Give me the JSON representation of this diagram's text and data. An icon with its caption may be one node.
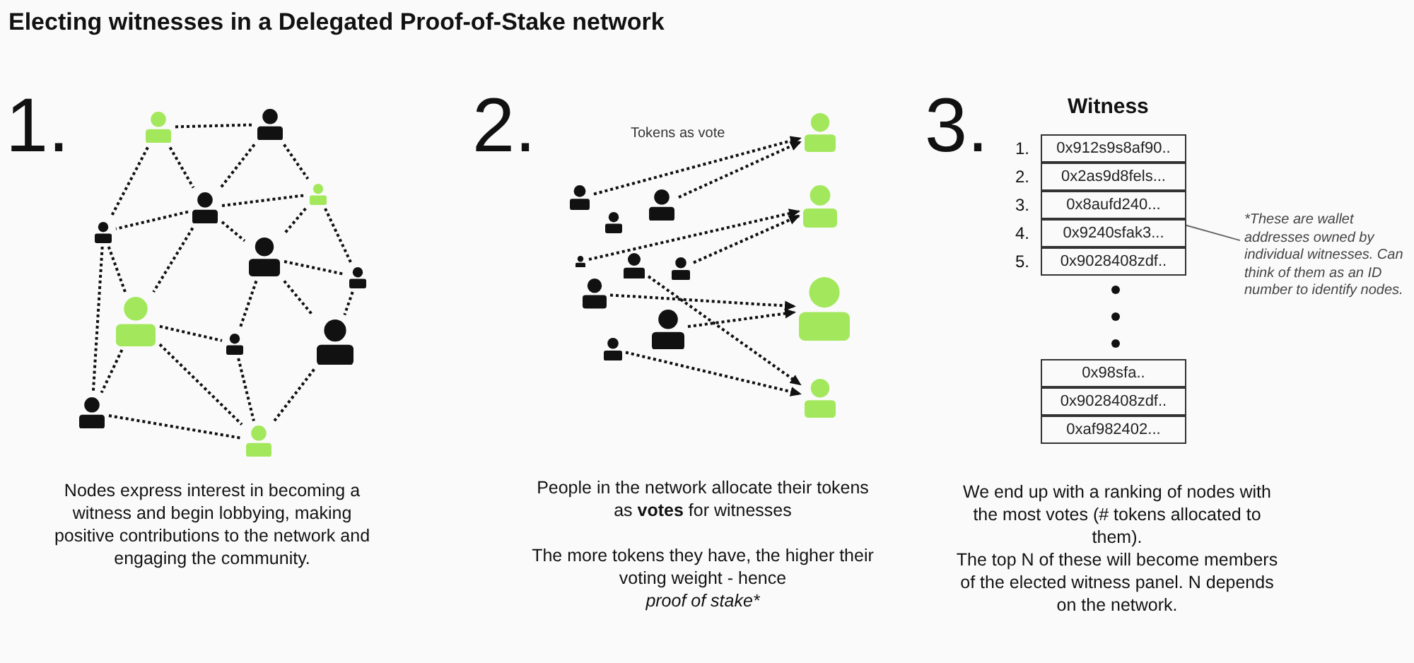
{
  "diagram": {
    "title": "Electing witnesses in a Delegated Proof-of-Stake network",
    "nodes": [
      {
        "text": [],
        "shape": "person"
      },
      {
        "text": [],
        "shape": "person"
      },
      {
        "text": [],
        "shape": "person"
      },
      {
        "text": [],
        "shape": "person"
      },
      {
        "text": [],
        "shape": "person"
      },
      {
        "text": [],
        "shape": "person"
      },
      {
        "text": [],
        "shape": "person"
      },
      {
        "text": [],
        "shape": "person"
      },
      {
        "text": [],
        "shape": "person"
      },
      {
        "text": [],
        "shape": "person"
      },
      {
        "text": [],
        "shape": "person"
      },
      {
        "text": [],
        "shape": "person"
      },
      {
        "text": [],
        "shape": "person"
      },
      {
        "text": [],
        "shape": "person"
      },
      {
        "text": [],
        "shape": "person"
      },
      {
        "text": [],
        "shape": "person"
      },
      {
        "text": [],
        "shape": "person"
      },
      {
        "text": [],
        "shape": "person"
      },
      {
        "text": [],
        "shape": "person"
      },
      {
        "text": [],
        "shape": "person"
      },
      {
        "text": [],
        "shape": "person"
      },
      {
        "text": [],
        "shape": "person"
      },
      {
        "text": [],
        "shape": "person"
      },
      {
        "text": [],
        "shape": "person"
      },
      {
        "text": [],
        "shape": "person"
      },
      {
        "text": [
          "0x912s9s8af90.."
        ],
        "beside": [
          "1."
        ]
      },
      {
        "text": [
          "0x2as9d8fels..."
        ],
        "beside": [
          "2."
        ]
      },
      {
        "text": [
          "0x8aufd240..."
        ],
        "beside": [
          "3."
        ]
      },
      {
        "text": [
          "0x9240sfak3..."
        ],
        "beside": [
          "4."
        ]
      },
      {
        "text": [
          "0x9028408zdf.."
        ],
        "beside": [
          "5."
        ]
      },
      {
        "text": [
          "0x98sfa.."
        ]
      },
      {
        "text": [
          "0x9028408zdf.."
        ]
      },
      {
        "text": [
          "0xaf982402..."
        ]
      },
      {
        "text": [
          "*These are wallet addresses owned by individual witnesses. Can think of them as an ID number to identify nodes."
        ]
      }
    ],
    "edges": [
      {
        "from": 0,
        "to": 1,
        "arrow": "none",
        "style": "dashed"
      },
      {
        "from": 0,
        "to": 2,
        "arrow": "none",
        "style": "dashed"
      },
      {
        "from": 0,
        "to": 4,
        "arrow": "none",
        "style": "dashed"
      },
      {
        "from": 1,
        "to": 2,
        "arrow": "none",
        "style": "dashed"
      },
      {
        "from": 1,
        "to": 3,
        "arrow": "none",
        "style": "dashed"
      },
      {
        "from": 2,
        "to": 4,
        "arrow": "none",
        "style": "dashed"
      },
      {
        "from": 2,
        "to": 3,
        "arrow": "none",
        "style": "dashed"
      },
      {
        "from": 2,
        "to": 5,
        "arrow": "none",
        "style": "dashed"
      },
      {
        "from": 2,
        "to": 7,
        "arrow": "none",
        "style": "dashed"
      },
      {
        "from": 3,
        "to": 5,
        "arrow": "none",
        "style": "dashed"
      },
      {
        "from": 3,
        "to": 6,
        "arrow": "none",
        "style": "dashed"
      },
      {
        "from": 4,
        "to": 7,
        "arrow": "none",
        "style": "dashed"
      },
      {
        "from": 4,
        "to": 10,
        "arrow": "none",
        "style": "dashed"
      },
      {
        "from": 5,
        "to": 6,
        "arrow": "none",
        "style": "dashed"
      },
      {
        "from": 5,
        "to": 8,
        "arrow": "none",
        "style": "dashed"
      },
      {
        "from": 5,
        "to": 9,
        "arrow": "none",
        "style": "dashed"
      },
      {
        "from": 6,
        "to": 9,
        "arrow": "none",
        "style": "dashed"
      },
      {
        "from": 7,
        "to": 8,
        "arrow": "none",
        "style": "dashed"
      },
      {
        "from": 7,
        "to": 10,
        "arrow": "none",
        "style": "dashed"
      },
      {
        "from": 7,
        "to": 11,
        "arrow": "none",
        "style": "dashed"
      },
      {
        "from": 8,
        "to": 11,
        "arrow": "none",
        "style": "dashed"
      },
      {
        "from": 9,
        "to": 11,
        "arrow": "none",
        "style": "dashed"
      },
      {
        "from": 10,
        "to": 11,
        "arrow": "none",
        "style": "dashed"
      },
      {
        "from": 12,
        "to": 21,
        "arrow": "to",
        "style": "dashed"
      },
      {
        "from": 14,
        "to": 21,
        "arrow": "to",
        "style": "dashed"
      },
      {
        "from": 15,
        "to": 22,
        "arrow": "to",
        "style": "dashed"
      },
      {
        "from": 17,
        "to": 22,
        "arrow": "to",
        "style": "dashed"
      },
      {
        "from": 18,
        "to": 23,
        "arrow": "to",
        "style": "dashed"
      },
      {
        "from": 19,
        "to": 23,
        "arrow": "to",
        "style": "dashed"
      },
      {
        "from": 16,
        "to": 24,
        "arrow": "to",
        "style": "dashed"
      },
      {
        "from": 20,
        "to": 24,
        "arrow": "to",
        "style": "dashed"
      },
      {
        "from": 33,
        "to": 27,
        "arrow": "none",
        "color": "#666666"
      }
    ],
    "labels": [
      "1.",
      "2.",
      "3.",
      "Tokens as vote",
      "Witness",
      "Nodes express interest in becoming a witness and begin lobbying, making positive contributions to the network and engaging the community.",
      "People in the network allocate their tokens as **votes** for witnesses",
      "The more tokens they have, the higher their voting weight - hence",
      "proof of stake*",
      "We end up with a ranking of nodes with the most votes (# tokens allocated to them).",
      "The top N of these will become members of the elected witness panel. N depends on the network."
    ]
  }
}
